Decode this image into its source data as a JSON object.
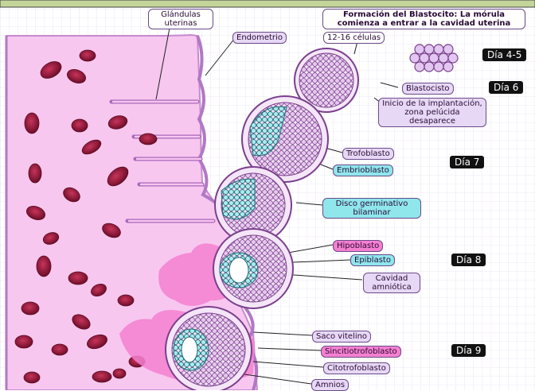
{
  "labels": {
    "glandulas": "Glándulas uterinas",
    "endometrio": "Endometrio",
    "formacion": "Formación del Blastocito: La mórula comienza a entrar a la cavidad uterina",
    "celulas": "12-16 células",
    "blastocisto": "Blastocisto",
    "implantacion": "Inicio de la implantación, zona pelúcida desaparece",
    "trofoblasto": "Trofoblasto",
    "embrioblasto": "Embrioblasto",
    "disco": "Disco germinativo bilaminar",
    "hipoblasto": "Hipoblasto",
    "epiblasto": "Epiblasto",
    "cavidad": "Cavidad amniótica",
    "saco": "Saco vitelino",
    "sincitio": "Sincitiotrofoblasto",
    "citotrofo": "Citotrofoblasto",
    "amnios": "Amnios"
  },
  "days": {
    "d45": "Día 4-5",
    "d6": "Día 6",
    "d7": "Día 7",
    "d8": "Día 8",
    "d9": "Día 9"
  },
  "colors": {
    "tissue": "#f7c7ef",
    "cell": "#7d1130",
    "wall": "#c58ad0",
    "label_lavender": "#e7d9f5",
    "label_pink": "#f57fd0",
    "label_cyan": "#8fe7ec",
    "day_badge": "#111111"
  }
}
